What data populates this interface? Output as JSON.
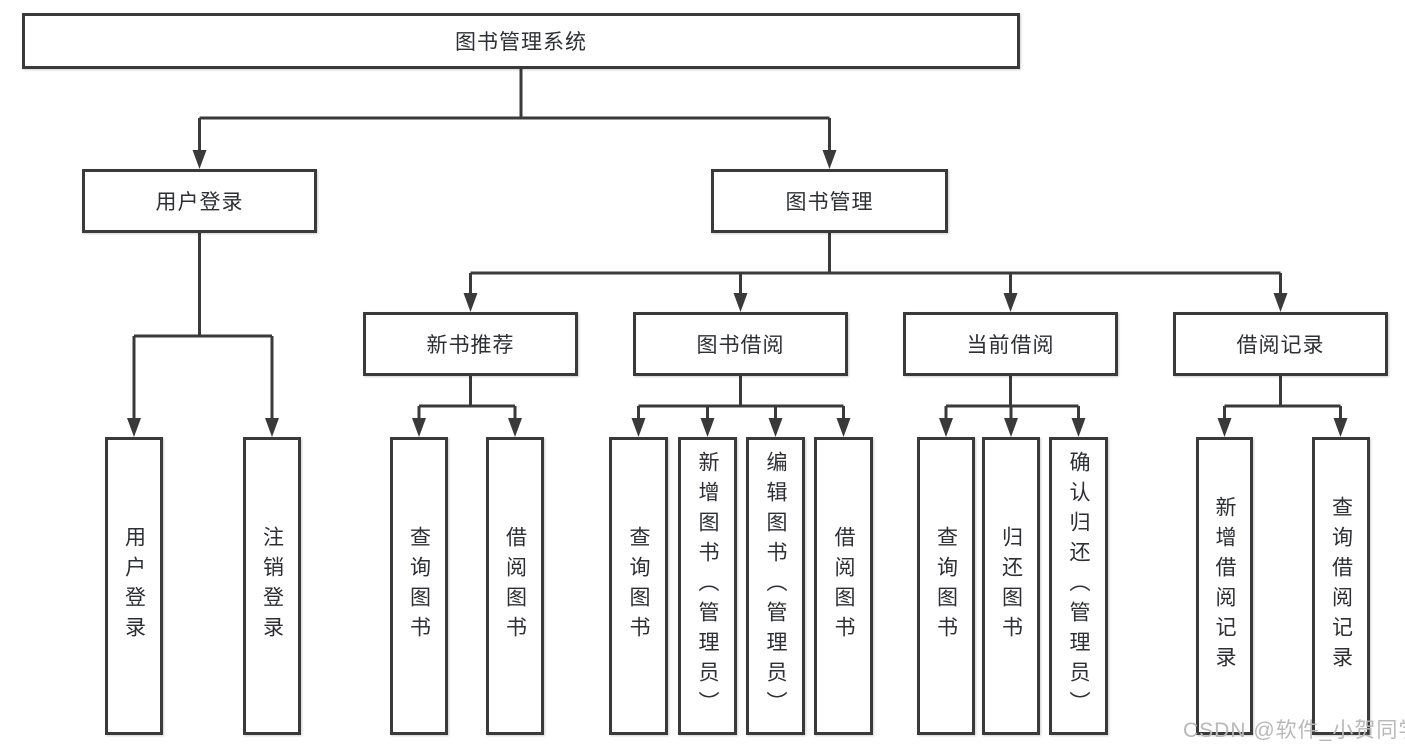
{
  "tree": {
    "root": "图书管理系统",
    "branches": [
      {
        "label": "用户登录",
        "children": [
          "用户登录",
          "注销登录"
        ]
      },
      {
        "label": "图书管理",
        "groups": [
          {
            "label": "新书推荐",
            "children": [
              "查询图书",
              "借阅图书"
            ]
          },
          {
            "label": "图书借阅",
            "children": [
              "查询图书",
              "新增图书（管理员）",
              "编辑图书（管理员）",
              "借阅图书"
            ]
          },
          {
            "label": "当前借阅",
            "children": [
              "查询图书",
              "归还图书",
              "确认归还（管理员）"
            ]
          },
          {
            "label": "借阅记录",
            "children": [
              "新增借阅记录",
              "查询借阅记录"
            ]
          }
        ]
      }
    ]
  },
  "watermark": "CSDN @软件_小贺同学",
  "colors": {
    "line": "#3a3a3a",
    "box_border": "#3a3a3a",
    "text": "#2d2f33",
    "watermark": "#b9b9b9",
    "background": "#ffffff"
  }
}
